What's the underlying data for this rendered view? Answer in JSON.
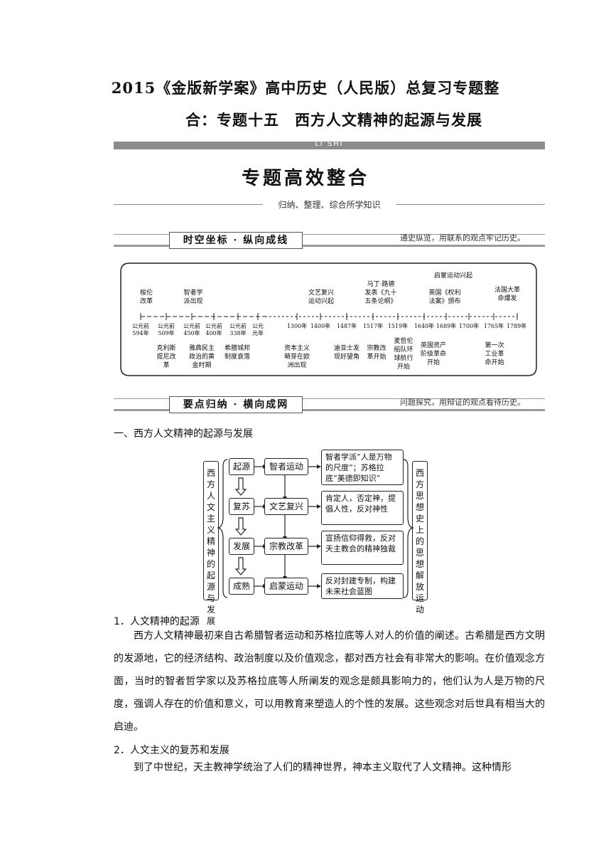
{
  "title_line1": "2015《金版新学案》高中历史（人民版）总复习专题整",
  "title_line2": "合：专题十五　西方人文精神的起源与发展",
  "banner_code": "LI SHI",
  "banner_title": "专题高效整合",
  "banner_subtitle": "归纳、整理、综合所学知识",
  "section1": {
    "tab": "时空坐标 · 纵向成线",
    "note": "通史纵览，用联系的观点牢记历史。"
  },
  "section2": {
    "tab": "要点归纳 · 横向成网",
    "note": "问题探究，用辩证的观点看待历史。"
  },
  "timeline": {
    "top_labels": [
      "梭伦\n改革",
      "智者学\n派出现",
      "文艺复兴\n运动兴起",
      "马丁·路德\n发表《九十\n五条论纲》",
      "启蒙运动兴起",
      "英国《权利\n法案》颁布",
      "法国大革\n命爆发"
    ],
    "dates": [
      "公元前\n594年",
      "公元前\n509年",
      "公元前\n450年",
      "公元前\n400年",
      "公元前\n338年",
      "公元\n元年",
      "1300年",
      "1400年",
      "1487年",
      "1517年",
      "1519年",
      "1640年",
      "1689年",
      "1700年",
      "1765年",
      "1789年"
    ],
    "bottom_labels": [
      "克利斯\n提尼改\n革",
      "雅典民主\n政治的黄\n金时期",
      "希腊城邦\n制度衰落",
      "资本主义\n萌芽在欧\n洲出现",
      "迪亚士发\n现好望角",
      "宗教改\n革开始",
      "麦哲伦\n船队环\n球航行\n开始",
      "英国资产\n阶级革命\n开始",
      "第一次\n工业革\n命开始"
    ]
  },
  "heading1": "一、西方人文精神的起源与发展",
  "flow": {
    "left_col": "西方人文主义精神的起源与发展",
    "right_col": "西方思想史上的思想解放运动",
    "stages": [
      "起源",
      "复苏",
      "发展",
      "成熟"
    ],
    "movements": [
      "智者运动",
      "文艺复兴",
      "宗教改革",
      "启蒙运动"
    ],
    "notes": [
      "智者学派“人是万物的尺度”；苏格拉底“美德即知识”",
      "肯定人，否定神，提倡人性，反对神性",
      "宣扬信仰得救，反对天主教会的精神独裁",
      "反对封建专制，构建未来社会蓝图"
    ]
  },
  "h_origin": "1．人文精神的起源",
  "para1": "西方人文精神最初来自古希腊智者运动和苏格拉底等人对人的价值的阐述。古希腊是西方文明的发源地，它的经济结构、政治制度以及价值观念，都对西方社会有非常大的影响。在价值观念方面，当时的智者哲学家以及苏格拉底等人所阐发的观念是颇具影响力的，他们认为人是万物的尺度，强调人存在的价值和意义，可以用教育来塑造人的个性的发展。这些观念对后世具有相当大的启迪。",
  "h_revival": "2．人文主义的复苏和发展",
  "para2": "到了中世纪，天主教神学统治了人们的精神世界，神本主义取代了人文精神。这种情形"
}
